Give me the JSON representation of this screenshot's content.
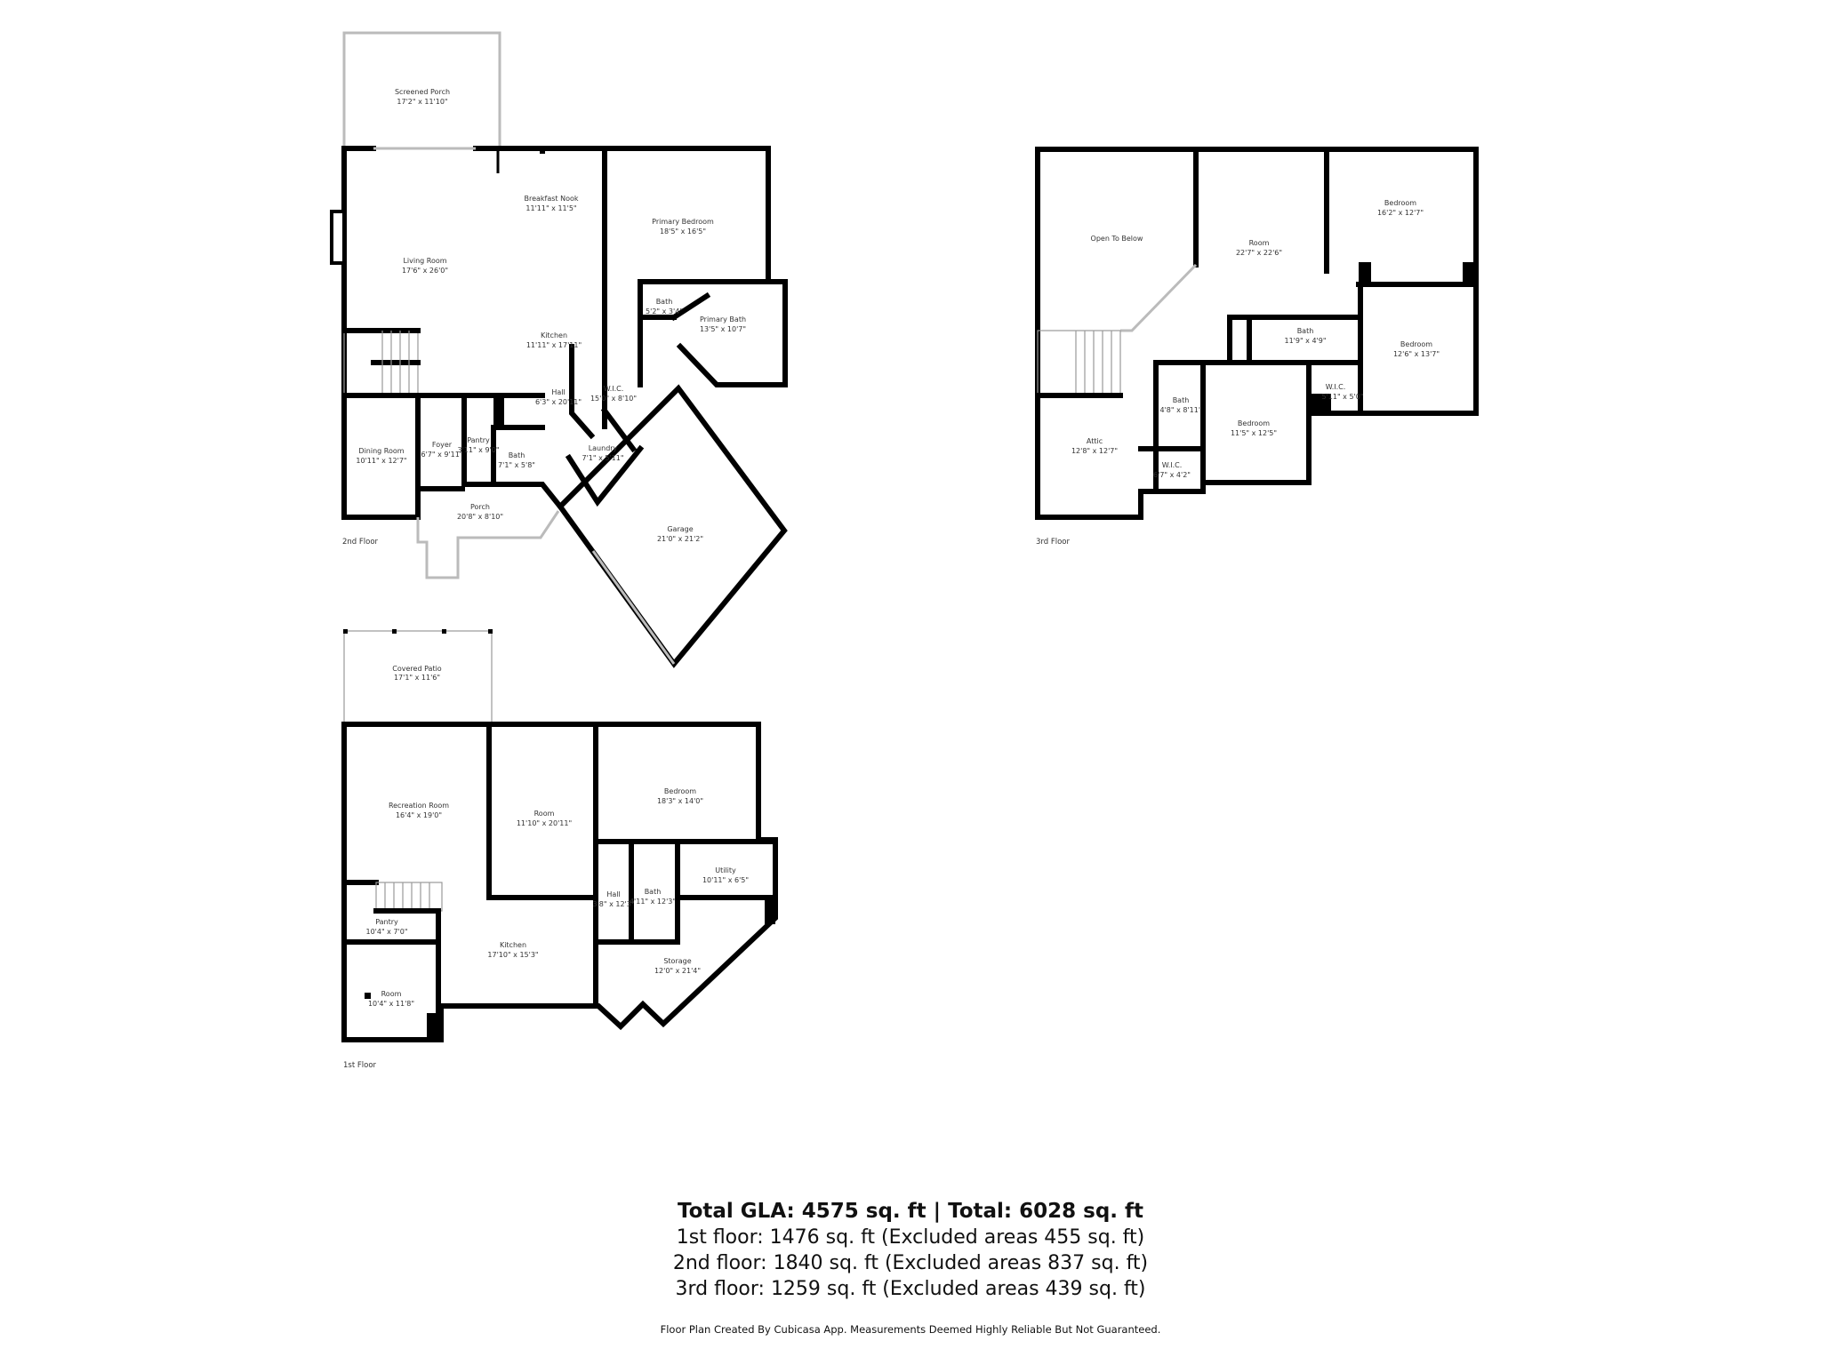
{
  "floors": {
    "second": {
      "label": "2nd Floor",
      "rooms": [
        {
          "name": "Screened Porch",
          "dims": "17'2\" x 11'10\""
        },
        {
          "name": "Breakfast Nook",
          "dims": "11'11\" x 11'5\""
        },
        {
          "name": "Primary Bedroom",
          "dims": "18'5\" x 16'5\""
        },
        {
          "name": "Living Room",
          "dims": "17'6\" x 26'0\""
        },
        {
          "name": "Kitchen",
          "dims": "11'11\" x 17'11\""
        },
        {
          "name": "Bath",
          "dims": "5'2\" x 3'4\""
        },
        {
          "name": "Primary Bath",
          "dims": "13'5\" x 10'7\""
        },
        {
          "name": "Hall",
          "dims": "6'3\" x 20'11\""
        },
        {
          "name": "W.I.C.",
          "dims": "15'0\" x 8'10\""
        },
        {
          "name": "Dining Room",
          "dims": "10'11\" x 12'7\""
        },
        {
          "name": "Foyer",
          "dims": "6'7\" x 9'11\""
        },
        {
          "name": "Pantry",
          "dims": "3'11\" x 9'0\""
        },
        {
          "name": "Bath",
          "dims": "7'1\" x 5'8\""
        },
        {
          "name": "Laundry",
          "dims": "7'1\" x 5'11\""
        },
        {
          "name": "Porch",
          "dims": "20'8\" x 8'10\""
        },
        {
          "name": "Garage",
          "dims": "21'0\" x 21'2\""
        }
      ]
    },
    "third": {
      "label": "3rd Floor",
      "rooms": [
        {
          "name": "Open To Below",
          "dims": ""
        },
        {
          "name": "Room",
          "dims": "22'7\" x 22'6\""
        },
        {
          "name": "Bedroom",
          "dims": "16'2\" x 12'7\""
        },
        {
          "name": "Bath",
          "dims": "11'9\" x 4'9\""
        },
        {
          "name": "Bedroom",
          "dims": "12'6\" x 13'7\""
        },
        {
          "name": "W.I.C.",
          "dims": "5'11\" x 5'0\""
        },
        {
          "name": "Bath",
          "dims": "4'8\" x 8'11\""
        },
        {
          "name": "Bedroom",
          "dims": "11'5\" x 12'5\""
        },
        {
          "name": "Attic",
          "dims": "12'8\" x 12'7\""
        },
        {
          "name": "W.I.C.",
          "dims": "6'7\" x 4'2\""
        }
      ]
    },
    "first": {
      "label": "1st Floor",
      "rooms": [
        {
          "name": "Covered Patio",
          "dims": "17'1\" x 11'6\""
        },
        {
          "name": "Recreation Room",
          "dims": "16'4\" x 19'0\""
        },
        {
          "name": "Room",
          "dims": "11'10\" x 20'11\""
        },
        {
          "name": "Bedroom",
          "dims": "18'3\" x 14'0\""
        },
        {
          "name": "Utility",
          "dims": "10'11\" x 6'5\""
        },
        {
          "name": "Hall",
          "dims": "3'8\" x 12'3\""
        },
        {
          "name": "Bath",
          "dims": "4'11\" x 12'3\""
        },
        {
          "name": "Pantry",
          "dims": "10'4\" x 7'0\""
        },
        {
          "name": "Kitchen",
          "dims": "17'10\" x 15'3\""
        },
        {
          "name": "Storage",
          "dims": "12'0\" x 21'4\""
        },
        {
          "name": "Room",
          "dims": "10'4\" x 11'8\""
        }
      ]
    }
  },
  "summary": {
    "title": "Total GLA: 4575 sq. ft | Total: 6028 sq. ft",
    "lines": [
      "1st floor: 1476 sq. ft (Excluded areas 455 sq. ft)",
      "2nd floor: 1840 sq. ft (Excluded areas 837 sq. ft)",
      "3rd floor: 1259 sq. ft (Excluded areas 439 sq. ft)"
    ],
    "disclaimer": "Floor Plan Created By Cubicasa App. Measurements Deemed Highly Reliable But Not Guaranteed."
  }
}
